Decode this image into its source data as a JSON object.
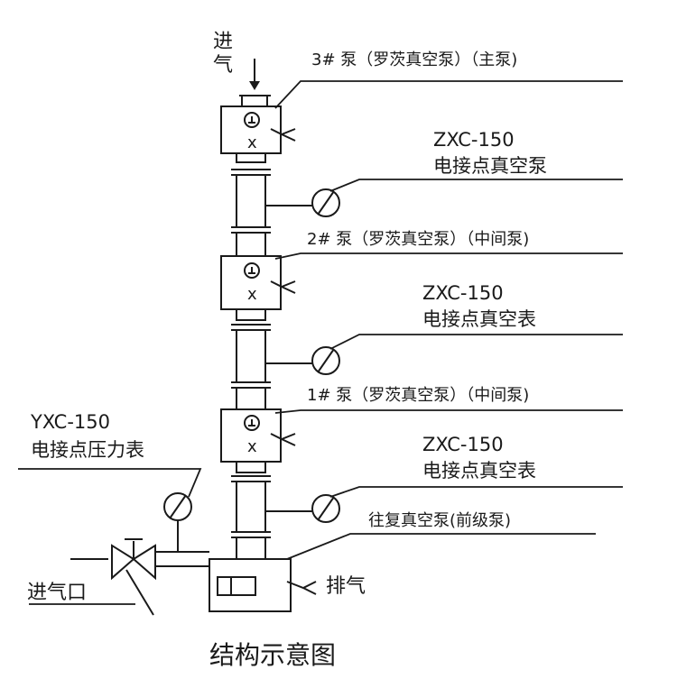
{
  "labels": {
    "inlet_top_line1": "进",
    "inlet_top_line2": "气",
    "pump3": "3# 泵（罗茨真空泵）（主泵)",
    "gauge_top_model": "ZXC-150",
    "gauge_top_name": "电接点真空泵",
    "pump2": "2# 泵（罗茨真空泵）（中间泵)",
    "gauge_mid_model": "ZXC-150",
    "gauge_mid_name": "电接点真空表",
    "pump1": "1# 泵（罗茨真空泵）（中间泵)",
    "gauge_low_model": "ZXC-150",
    "gauge_low_name": "电接点真空表",
    "pressure_model": "YXC-150",
    "pressure_name": "电接点压力表",
    "backing_pump": "往复真空泵(前级泵)",
    "exhaust": "排气",
    "inlet_port": "进气口",
    "pump_marker": "x"
  },
  "caption": "结构示意图",
  "colors": {
    "ink": "#1a1a1a",
    "paper": "#ffffff"
  }
}
